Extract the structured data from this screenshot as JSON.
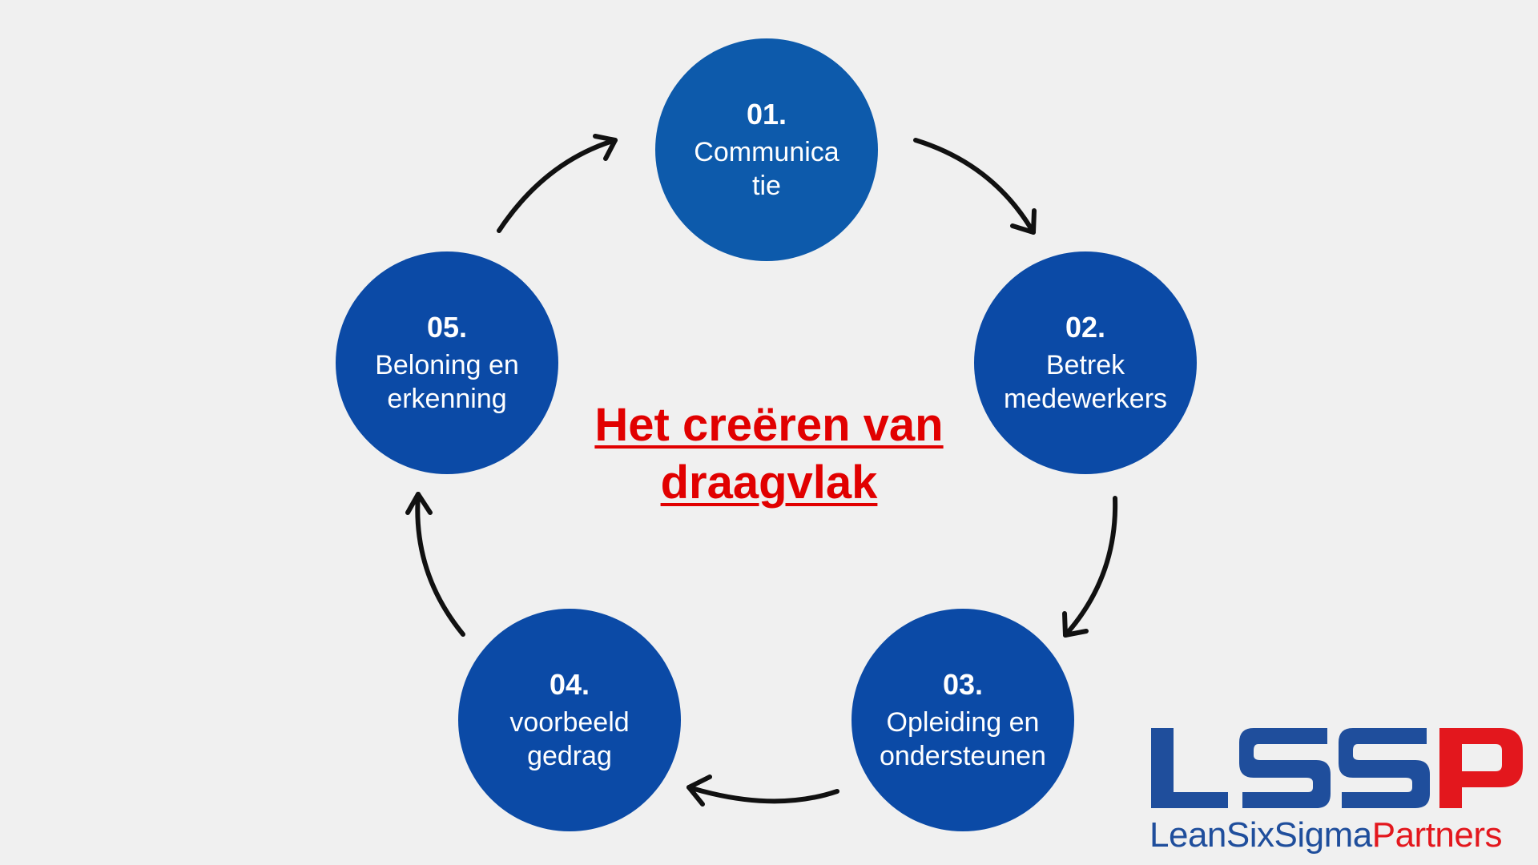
{
  "colors": {
    "background": "#f0f0f0",
    "circle_fill": "#0b4aa6",
    "circle_fill_top": "#0d5aab",
    "title_red": "#e10000",
    "arrow": "#111111",
    "logo_blue": "#1f4e9c",
    "logo_red": "#e3171d"
  },
  "steps": [
    {
      "number": "01.",
      "label": "Communica\ntie"
    },
    {
      "number": "02.",
      "label": "Betrek\nmedewerkers"
    },
    {
      "number": "03.",
      "label": "Opleiding en\nondersteunen"
    },
    {
      "number": "04.",
      "label": "voorbeeld\ngedrag"
    },
    {
      "number": "05.",
      "label": "Beloning en\nerkenning"
    }
  ],
  "center_title": "Het creëren van\ndraagvlak",
  "logo": {
    "letters": "LSSP",
    "text_lean": "Lean",
    "text_six": "Six",
    "text_sigma": "Sigma",
    "text_partners": "Partners"
  }
}
